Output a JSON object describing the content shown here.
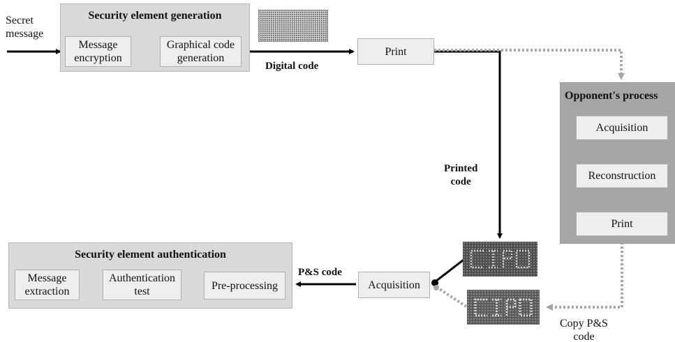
{
  "generation": {
    "title": "Security element generation",
    "input_label": "Secret\nmessage",
    "encryption": "Message\nencryption",
    "code_generation": "Graphical code\ngeneration"
  },
  "digital_code_label": "Digital code",
  "print_label": "Print",
  "printed_code_label": "Printed\ncode",
  "opponent": {
    "title": "Opponent's process",
    "acquisition": "Acquisition",
    "reconstruction": "Reconstruction",
    "print": "Print"
  },
  "acquisition_label": "Acquisition",
  "ps_code_label": "P&S code",
  "copy_ps_code_label": "Copy P&S\ncode",
  "authentication": {
    "title": "Security element authentication",
    "preprocessing": "Pre-processing",
    "test": "Authentication\ntest",
    "extraction": "Message\nextraction"
  },
  "colors": {
    "group_fill": "#d9d9d9",
    "opponent_fill": "#a6a6a6",
    "box_fill": "#eeeeee",
    "legit_flow": "#000000",
    "attack_flow": "#a6a6a6"
  }
}
